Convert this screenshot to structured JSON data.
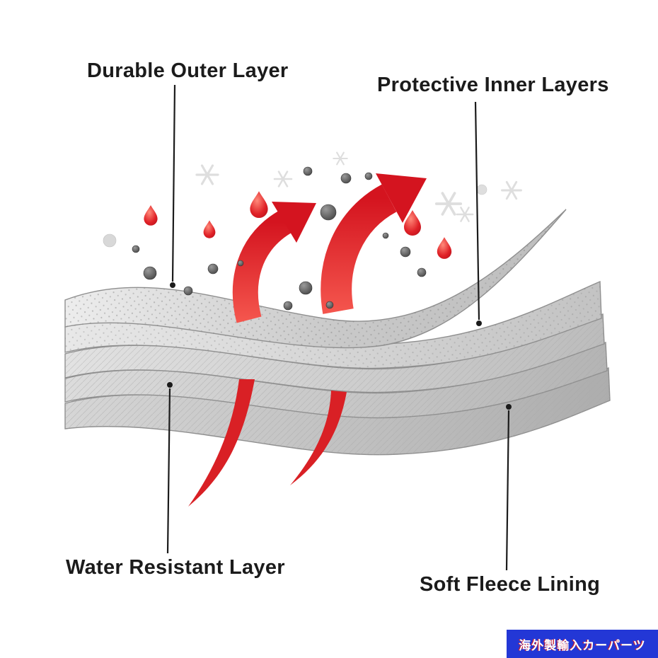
{
  "diagram": {
    "labels": {
      "durable_outer": "Durable Outer Layer",
      "protective_inner": "Protective Inner Layers",
      "water_resistant": "Water Resistant Layer",
      "soft_fleece": "Soft Fleece Lining"
    }
  },
  "badge": {
    "text": "海外製輸入カーパーツ",
    "background": "#2337d6",
    "color": "#ffffff"
  },
  "colors": {
    "accent_red": "#e8262c",
    "layer_gray_light": "#ececec",
    "layer_gray_dark": "#adadad",
    "pointer_black": "#1b1b1b",
    "snowflake_gray": "#d9d9d9"
  }
}
